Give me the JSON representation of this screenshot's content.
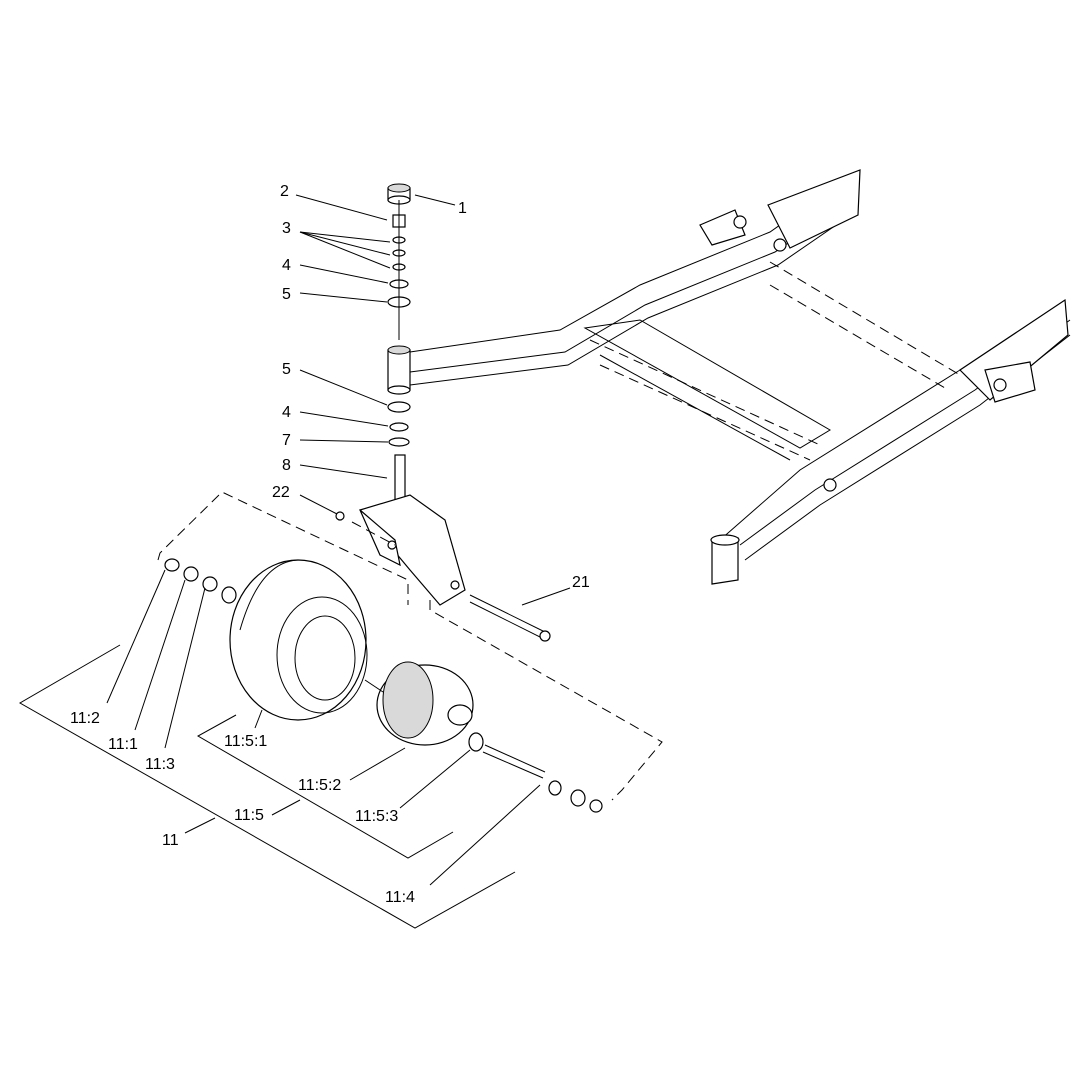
{
  "callouts": {
    "c1": "1",
    "c2": "2",
    "c3": "3",
    "c4a": "4",
    "c5a": "5",
    "c5b": "5",
    "c4b": "4",
    "c7": "7",
    "c8": "8",
    "c22": "22",
    "c21": "21",
    "c11_2": "11:2",
    "c11_1": "11:1",
    "c11_3": "11:3",
    "c11_5_1": "11:5:1",
    "c11_5_2": "11:5:2",
    "c11_5_3": "11:5:3",
    "c11_5": "11:5",
    "c11": "11",
    "c11_4": "11:4"
  }
}
